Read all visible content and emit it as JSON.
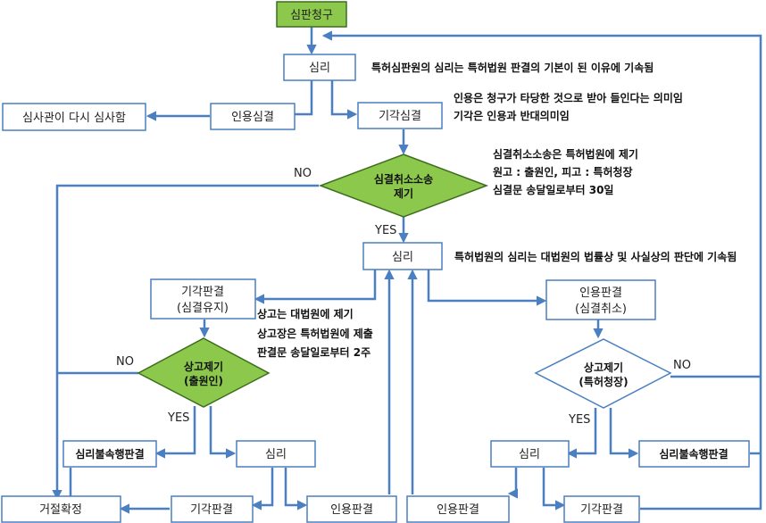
{
  "nodes": {
    "start": "심판청구",
    "trial1": "심리",
    "accept1": "인용심결",
    "reexam": "심사관이 다시 심사함",
    "reject1": "기각심결",
    "cancel_suit": [
      "심결취소소송",
      "제기"
    ],
    "court_trial": "심리",
    "reject_judg": [
      "기각판결",
      "(심결유지)"
    ],
    "accept_judg": [
      "인용판결",
      "(심결취소)"
    ],
    "appeal_left": [
      "상고제기",
      "(출원인)"
    ],
    "appeal_right": [
      "상고제기",
      "(특허청장)"
    ],
    "dismiss_left": "심리불속행판결",
    "dismiss_right": "심리불속행판결",
    "sc_trial_left": "심리",
    "sc_trial_right": "심리",
    "final_reject": "거절확정",
    "sc_reject_left": "기각판결",
    "sc_accept_left": "인용판결",
    "sc_accept_right": "인용판결",
    "sc_reject_right": "기각판결"
  },
  "notes": {
    "trial1": "특허심판원의 심리는 특허법원 판결의 기본이 된 이유에 기속됨",
    "accept_meaning": "인용은 청구가 타당한 것으로 받아 들인다는 의미임",
    "reject_meaning": "기각은 인용과 반대의미임",
    "suit1": "심결취소소송은 특허법원에 제기",
    "suit2": "원고 : 출원인, 피고 : 특허청장",
    "suit3": "심결문 송달일로부터 30일",
    "court_trial": "특허법원의 심리는 대법원의 법률상 및 사실상의 판단에 기속됨",
    "appeal1": "상고는 대법원에 제기",
    "appeal2": "상고장은 특허법원에 제출",
    "appeal3": "판결문 송달일로부터 2주"
  },
  "labels": {
    "no_suit": "NO",
    "yes_suit": "YES",
    "no_left": "NO",
    "yes_left": "YES",
    "no_right": "NO",
    "yes_right": "YES"
  },
  "colors": {
    "edge": "#4a7fc1",
    "box_border": "#4a7fc1",
    "green_fill": "#8cc84b",
    "green_border": "#3d6e1e"
  }
}
